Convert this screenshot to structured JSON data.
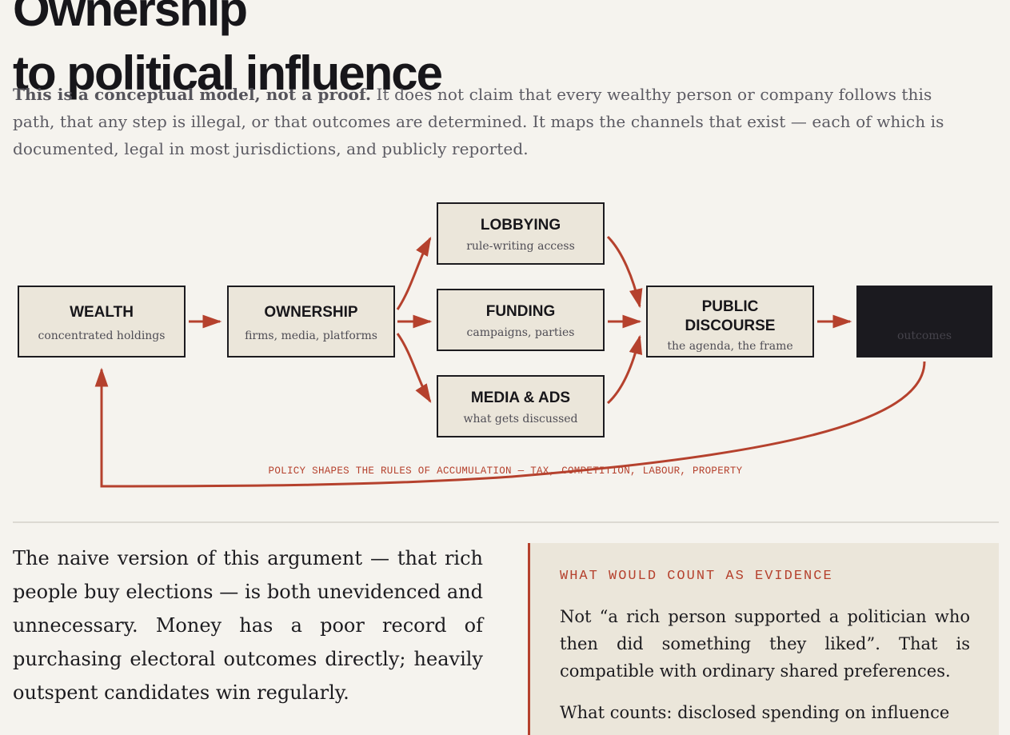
{
  "title": {
    "line1": "Ownership to political influence",
    "line2": "to political influence"
  },
  "intro": {
    "lead": "This is a conceptual model, not a proof.",
    "rest": " It does not claim that every wealthy person or company follows this path, that any step is illegal, or that outcomes are determined. It maps the channels that exist — each of which is documented, legal in most jurisdictions, and publicly reported."
  },
  "diagram": {
    "nodes": {
      "wealth": {
        "title": "WEALTH",
        "sub": "concentrated holdings"
      },
      "ownership": {
        "title": "OWNERSHIP",
        "sub": "firms, media, platforms"
      },
      "lobbying": {
        "title": "LOBBYING",
        "sub": "rule-writing access"
      },
      "funding": {
        "title": "FUNDING",
        "sub": "campaigns, parties"
      },
      "media": {
        "title": "MEDIA & ADS",
        "sub": "what gets discussed"
      },
      "discourse": {
        "title_line1": "PUBLIC",
        "title_line2": "DISCOURSE",
        "sub": "the agenda, the frame"
      },
      "outcomes": {
        "title": "",
        "sub": "outcomes"
      }
    },
    "loop_label": "POLICY SHAPES THE RULES OF ACCUMULATION — TAX, COMPETITION, LABOUR, PROPERTY"
  },
  "body": {
    "paragraph": "The naive version of this argument — that rich people buy elections — is both unevidenced and unnecessary. Money has a poor record of purchasing electoral outcomes directly; heavily outspent candidates win regularly."
  },
  "aside": {
    "label": "WHAT WOULD COUNT AS EVIDENCE",
    "p1": "Not “a rich person supported a politician who then did something they liked”. That is compatible with ordinary shared preferences.",
    "p2": "What counts: disclosed spending on influence"
  },
  "colors": {
    "background": "#f5f3ee",
    "accent": "#b5412d",
    "box_fill": "#ebe6da",
    "ink": "#1c1b1f",
    "dark_box": "#1b1a1f"
  }
}
